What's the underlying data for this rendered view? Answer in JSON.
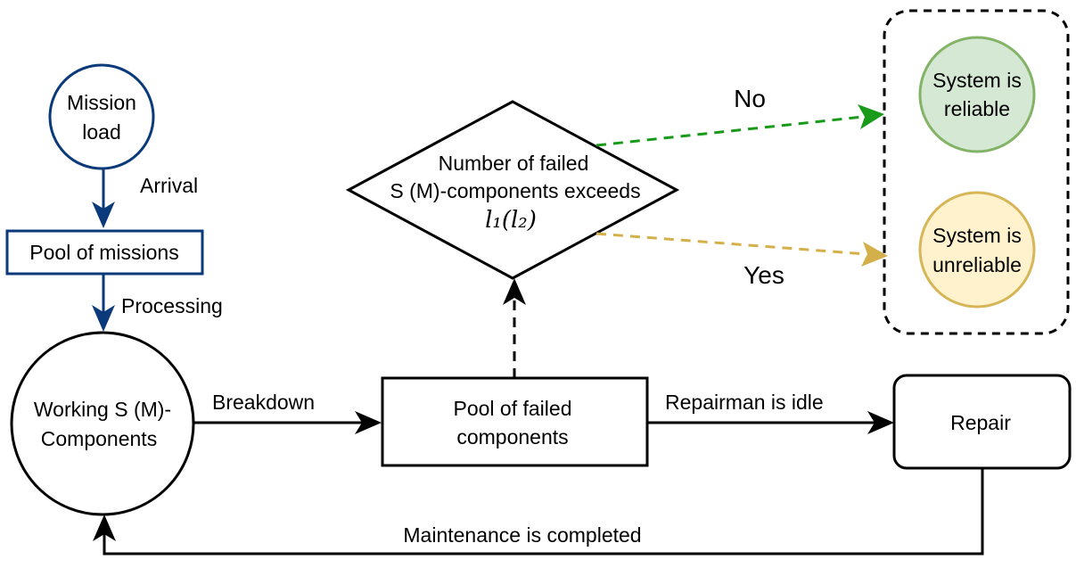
{
  "nodes": {
    "mission_load": {
      "line1": "Mission",
      "line2": "load"
    },
    "pool_missions": {
      "label": "Pool of missions"
    },
    "working": {
      "line1": "Working S (M)-",
      "line2": "Components"
    },
    "pool_failed": {
      "line1": "Pool of failed",
      "line2": "components"
    },
    "repair": {
      "label": "Repair"
    },
    "decision": {
      "line1": "Number of failed",
      "line2": "S (M)-components exceeds",
      "formula": "l₁(l₂)"
    },
    "reliable": {
      "line1": "System is",
      "line2": "reliable"
    },
    "unreliable": {
      "line1": "System is",
      "line2": "unreliable"
    }
  },
  "edges": {
    "arrival": "Arrival",
    "processing": "Processing",
    "breakdown": "Breakdown",
    "repairman_idle": "Repairman is idle",
    "maintenance": "Maintenance is completed",
    "no": "No",
    "yes": "Yes"
  },
  "colors": {
    "navy": "#0b3a7a",
    "green_arrow": "#1a9a1a",
    "gold_arrow": "#d4b04a",
    "green_fill": "#d5e8d4",
    "green_stroke": "#82b366",
    "yellow_fill": "#fff2cc",
    "yellow_stroke": "#d6b656"
  }
}
